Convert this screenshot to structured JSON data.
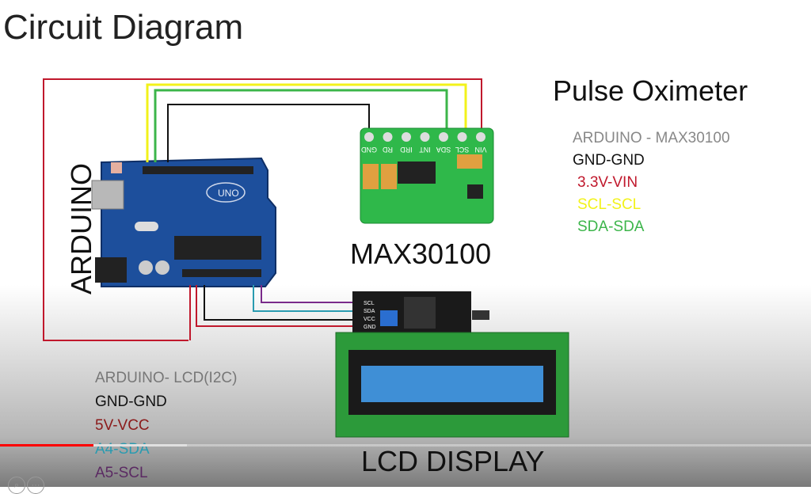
{
  "title": "Circuit Diagram",
  "pulse_oximeter": {
    "title": "Pulse Oximeter",
    "header": "ARDUINO - MAX30100",
    "connections": [
      {
        "text": "GND-GND",
        "color": "#111111"
      },
      {
        "text": "3.3V-VIN",
        "color": "#c0182c"
      },
      {
        "text": "SCL-SCL",
        "color": "#f2f21a"
      },
      {
        "text": "SDA-SDA",
        "color": "#3cb54a"
      }
    ]
  },
  "lcd_legend": {
    "header": "ARDUINO- LCD(I2C)",
    "connections": [
      {
        "text": "GND-GND",
        "color": "#111111"
      },
      {
        "text": "5V-VCC",
        "color": "#8b1a1a"
      },
      {
        "text": "A4-SDA",
        "color": "#2a9bb0"
      },
      {
        "text": "A5-SCL",
        "color": "#5b2a63"
      }
    ]
  },
  "components": {
    "arduino": {
      "label": "ARDUINO",
      "board_text": "UNO",
      "color": "#1d4f9c"
    },
    "sensor": {
      "label": "MAX30100",
      "pins": [
        "GND",
        "RD",
        "IRD",
        "INT",
        "SDA",
        "SCL",
        "VIN"
      ],
      "color": "#2fb84a"
    },
    "i2c": {
      "pins": [
        "SCL",
        "SDA",
        "VCC",
        "GND"
      ]
    },
    "lcd": {
      "label": "LCD DISPLAY",
      "screen_color": "#3f8fd6",
      "board_color": "#2c9a3a"
    }
  },
  "video": {
    "progress": 0.115,
    "buffered": 0.23,
    "accent": "#ff0000"
  }
}
